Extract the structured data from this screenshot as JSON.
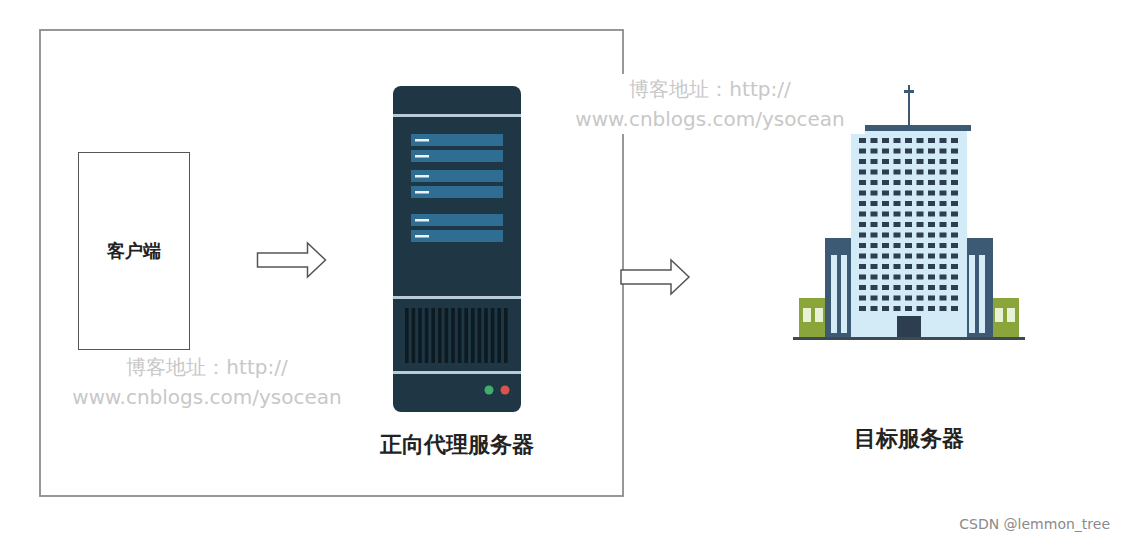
{
  "diagram": {
    "nodes": [
      {
        "text": [
          "客户端"
        ]
      },
      {
        "text": [
          "正向代理服务器"
        ]
      },
      {
        "text": [
          "目标服务器"
        ]
      }
    ],
    "edges": [
      {
        "from": 0,
        "to": 1,
        "arrow": "to"
      },
      {
        "from": 1,
        "to": 2,
        "arrow": "to"
      }
    ],
    "labels": [
      "博客地址：http:// www.cnblogs.com/ysocean",
      "博客地址：http:// www.cnblogs.com/ysocean",
      "CSDN @lemmon_tree"
    ]
  }
}
